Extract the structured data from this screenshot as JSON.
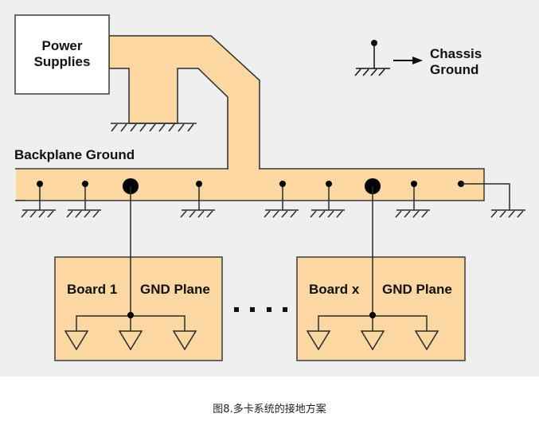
{
  "diagram": {
    "colors": {
      "background": "#efefef",
      "copper": "#fbd7a1",
      "stroke": "#2b2b2b",
      "box": "#ffffff",
      "text": "#111111"
    },
    "power_supply": {
      "label_line1": "Power",
      "label_line2": "Supplies"
    },
    "legend": {
      "label_line1": "Chassis",
      "label_line2": "Ground",
      "symbol": "chassis-ground-icon",
      "arrow": "right-arrow-icon"
    },
    "backplane": {
      "label": "Backplane Ground"
    },
    "boards": [
      {
        "name": "Board 1",
        "plane_label": "GND Plane",
        "ground_symbols": 3
      },
      {
        "name": "Board x",
        "plane_label": "GND Plane",
        "ground_symbols": 3
      }
    ],
    "ellipsis": "....",
    "backplane_chassis_connections": 7,
    "board_connections": 2
  },
  "caption": "图8.多卡系统的接地方案"
}
